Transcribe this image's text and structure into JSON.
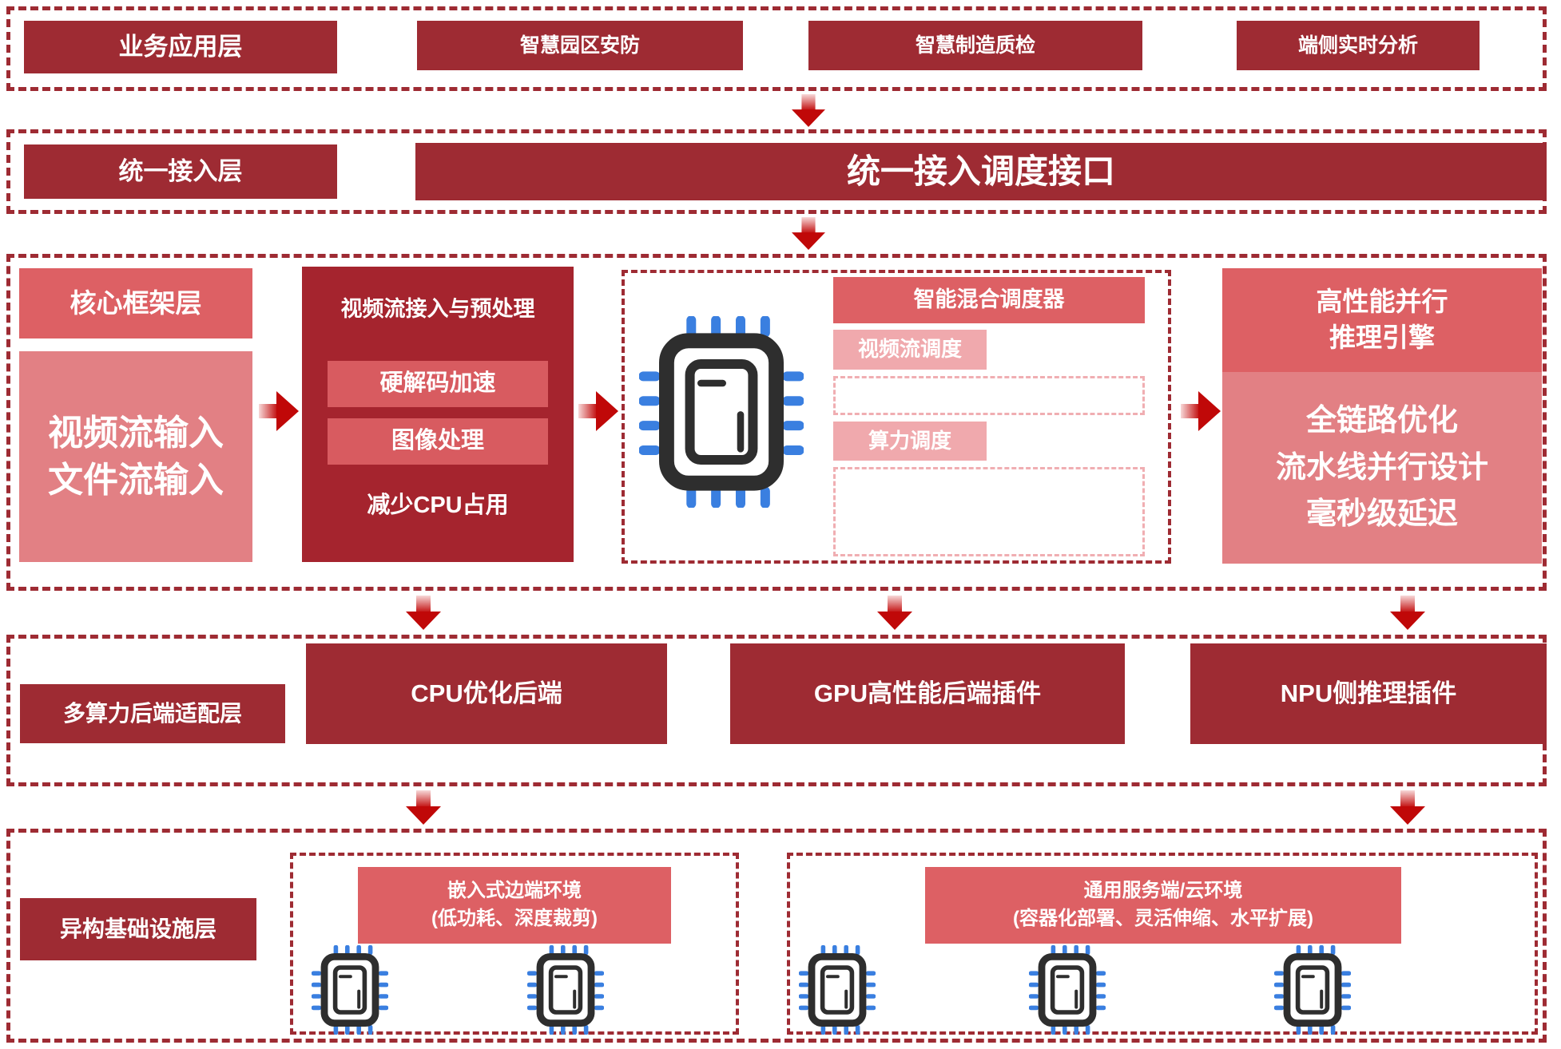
{
  "colors": {
    "dark_red": "#9E2B33",
    "deep_red": "#A5242E",
    "mid_red": "#DD6064",
    "light_red": "#E28084",
    "pale_pink": "#F0A9AD",
    "pale_border": "#F0AEB2",
    "sub_red": "#D85B60",
    "arrow_red": "#C00808",
    "arrow_light": "#F7D8D8",
    "chip_outline": "#2E2E2E",
    "chip_pin": "#3A7FE0"
  },
  "business_layer": {
    "label": "业务应用层",
    "items": [
      "智慧园区安防",
      "智慧制造质检",
      "端侧实时分析"
    ]
  },
  "access_layer": {
    "label": "统一接入层",
    "interface": "统一接入调度接口"
  },
  "core_layer": {
    "label": "核心框架层",
    "input_lines": [
      "视频流输入",
      "文件流输入"
    ],
    "preprocess": {
      "title": "视频流接入与预处理",
      "items": [
        "硬解码加速",
        "图像处理"
      ],
      "note": "减少CPU占用"
    },
    "scheduler": {
      "title": "智能混合调度器",
      "items": [
        "视频流调度",
        "算力调度"
      ]
    },
    "engine": {
      "title_lines": [
        "高性能并行",
        "推理引擎"
      ],
      "body_lines": [
        "全链路优化",
        "流水线并行设计",
        "毫秒级延迟"
      ]
    }
  },
  "backend_layer": {
    "label": "多算力后端适配层",
    "items": [
      "CPU优化后端",
      "GPU高性能后端插件",
      "NPU侧推理插件"
    ]
  },
  "infra_layer": {
    "label": "异构基础设施层",
    "edge": {
      "title_lines": [
        "嵌入式边端环境",
        "(低功耗、深度裁剪)"
      ]
    },
    "cloud": {
      "title_lines": [
        "通用服务端/云环境",
        "(容器化部署、灵活伸缩、水平扩展)"
      ]
    }
  }
}
